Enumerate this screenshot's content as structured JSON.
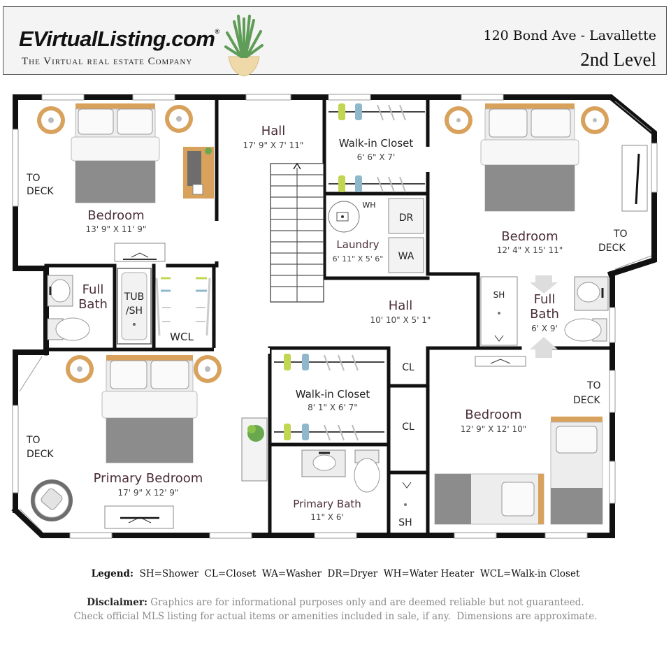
{
  "header": {
    "brand": "EVirtualListing.com",
    "registered_mark": "®",
    "tagline": "The Virtual real estate Company",
    "address": "120 Bond Ave - Lavallette",
    "level": "2nd Level",
    "logo_icon": "potted-plant-icon"
  },
  "rooms": {
    "bedroom_nw": {
      "name": "Bedroom",
      "dims": "13' 9\" X 11' 9\""
    },
    "hall_upper": {
      "name": "Hall",
      "dims": "17' 9\" X 7' 11\""
    },
    "walkin_upper": {
      "name": "Walk-in Closet",
      "dims": "6' 6\" X 7'"
    },
    "laundry": {
      "name": "Laundry",
      "dims": "6' 11\" X 5' 6\""
    },
    "bedroom_ne": {
      "name": "Bedroom",
      "dims": "12' 4\" X 15' 11\""
    },
    "full_bath_left": {
      "name_line1": "Full",
      "name_line2": "Bath"
    },
    "tub": {
      "line1": "TUB",
      "line2": "/SH"
    },
    "wcl": {
      "label": "WCL"
    },
    "hall_lower": {
      "name": "Hall",
      "dims": "10' 10\" X 5' 1\""
    },
    "full_bath_right": {
      "name_line1": "Full",
      "name_line2": "Bath",
      "dims": "6' X 9'"
    },
    "primary_bedroom": {
      "name": "Primary Bedroom",
      "dims": "17' 9\" X 12' 9\""
    },
    "walkin_lower": {
      "name": "Walk-in Closet",
      "dims": "8' 1\" X 6' 7\""
    },
    "primary_bath": {
      "name": "Primary Bath",
      "dims": "11\" X 6'"
    },
    "bedroom_se": {
      "name": "Bedroom",
      "dims": "12' 9\" X 12' 10\""
    }
  },
  "labels": {
    "wh": "WH",
    "dr": "DR",
    "wa": "WA",
    "sh_right": "SH",
    "sh_lower": "SH",
    "cl1": "CL",
    "cl2": "CL",
    "to": "TO",
    "deck": "DECK"
  },
  "legend": {
    "title": "Legend:",
    "text": "SH=Shower  CL=Closet  WA=Washer  DR=Dryer  WH=Water Heater  WCL=Walk-in Closet"
  },
  "disclaimer": {
    "title": "Disclaimer:",
    "line1": "Graphics are for informational purposes only and are deemed reliable but not guaranteed.",
    "line2": "Check official MLS listing for actual items or amenities included in sale, if any.  Dimensions are approximate."
  },
  "colors": {
    "wall": "#111111",
    "room_name": "#4a2e38",
    "duvet": "#8c8c8c",
    "wood": "#d8a15c",
    "accent_green": "#c2d651",
    "accent_blue": "#8fb8cc"
  }
}
